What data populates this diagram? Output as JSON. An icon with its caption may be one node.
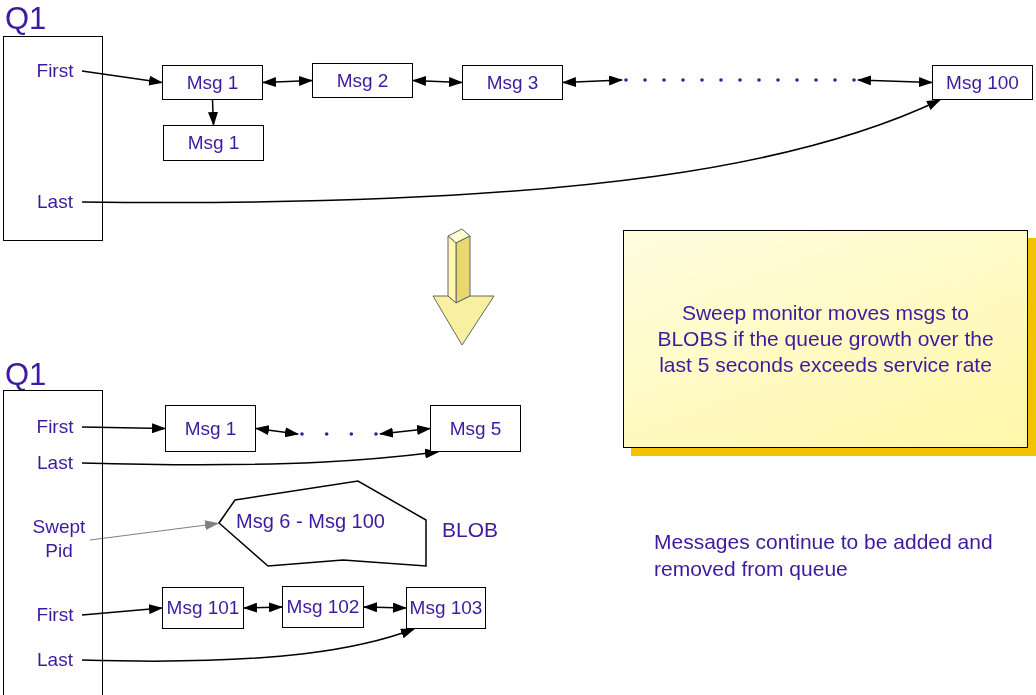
{
  "diagram": {
    "nodes": [
      {
        "text": [
          "Q1"
        ]
      },
      {
        "text": [
          "First"
        ],
        "in": 0
      },
      {
        "text": [
          "Last"
        ],
        "in": 0
      },
      {
        "text": [
          "Msg 1"
        ]
      },
      {
        "text": [
          "Msg 2"
        ]
      },
      {
        "text": [
          "Msg 3"
        ]
      },
      {
        "text": [
          "Msg 100"
        ]
      },
      {
        "text": [
          "Msg 1"
        ]
      },
      {
        "text": [],
        "shape": "dots"
      },
      {
        "text": [
          "Q1"
        ]
      },
      {
        "text": [
          "First"
        ],
        "in": 9
      },
      {
        "text": [
          "Last"
        ],
        "in": 9
      },
      {
        "text": [
          "Swept Pid"
        ],
        "in": 9
      },
      {
        "text": [
          "First"
        ],
        "in": 9
      },
      {
        "text": [
          "Last"
        ],
        "in": 9
      },
      {
        "text": [
          "Msg 1"
        ]
      },
      {
        "text": [],
        "shape": "dots"
      },
      {
        "text": [
          "Msg 5"
        ]
      },
      {
        "text": [
          "Msg 6 - Msg 100"
        ],
        "beside": [
          "BLOB"
        ]
      },
      {
        "text": [
          "Msg 101"
        ]
      },
      {
        "text": [
          "Msg 102"
        ]
      },
      {
        "text": [
          "Msg 103"
        ]
      },
      {
        "text": [
          "Sweep monitor moves msgs to BLOBS if the queue growth over the last 5 seconds exceeds service rate"
        ]
      }
    ],
    "edges": [
      {
        "from": 1,
        "to": 3,
        "arrow": "to"
      },
      {
        "from": 3,
        "to": 4,
        "arrow": "both"
      },
      {
        "from": 4,
        "to": 5,
        "arrow": "both"
      },
      {
        "from": 5,
        "to": 8,
        "arrow": "both"
      },
      {
        "from": 8,
        "to": 6,
        "arrow": "both"
      },
      {
        "from": 3,
        "to": 7,
        "arrow": "to"
      },
      {
        "from": 2,
        "to": 6,
        "arrow": "to"
      },
      {
        "from": 10,
        "to": 15,
        "arrow": "to"
      },
      {
        "from": 15,
        "to": 16,
        "arrow": "both"
      },
      {
        "from": 16,
        "to": 17,
        "arrow": "both"
      },
      {
        "from": 11,
        "to": 17,
        "arrow": "to"
      },
      {
        "from": 12,
        "to": 18,
        "arrow": "to",
        "color": "#808080"
      },
      {
        "from": 13,
        "to": 19,
        "arrow": "to"
      },
      {
        "from": 19,
        "to": 20,
        "arrow": "both"
      },
      {
        "from": 20,
        "to": 21,
        "arrow": "both"
      },
      {
        "from": 14,
        "to": 21,
        "arrow": "to"
      }
    ],
    "labels": [
      "Messages continue to be added and removed from queue"
    ]
  }
}
